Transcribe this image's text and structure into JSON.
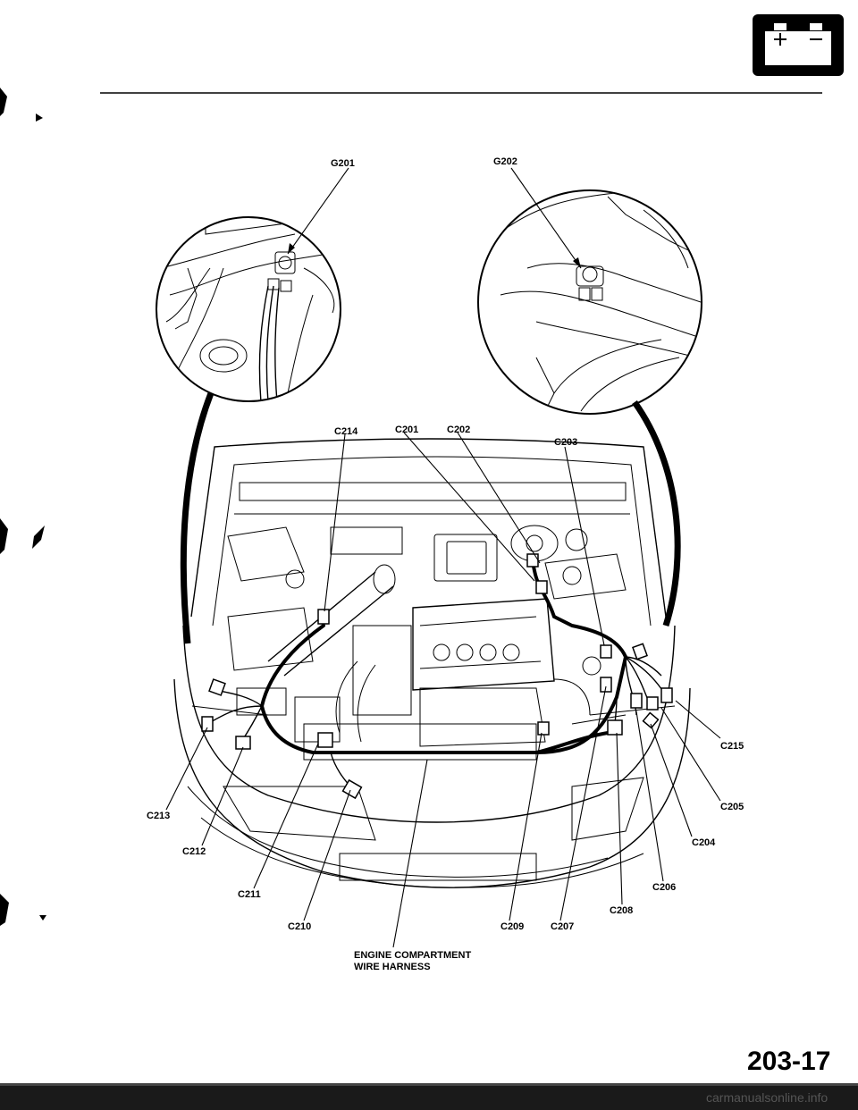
{
  "header": {
    "battery_icon": "battery-icon"
  },
  "callouts": {
    "g201": "G201",
    "g202": "G202",
    "c201": "C201",
    "c202": "C202",
    "c203": "C203",
    "c204": "C204",
    "c205": "C205",
    "c206": "C206",
    "c207": "C207",
    "c208": "C208",
    "c209": "C209",
    "c210": "C210",
    "c211": "C211",
    "c212": "C212",
    "c213": "C213",
    "c214": "C214",
    "c215": "C215"
  },
  "harness_label": {
    "line1": "ENGINE COMPARTMENT",
    "line2": "WIRE HARNESS"
  },
  "page_number": "203-17",
  "watermark": "carmanualsonline.info"
}
